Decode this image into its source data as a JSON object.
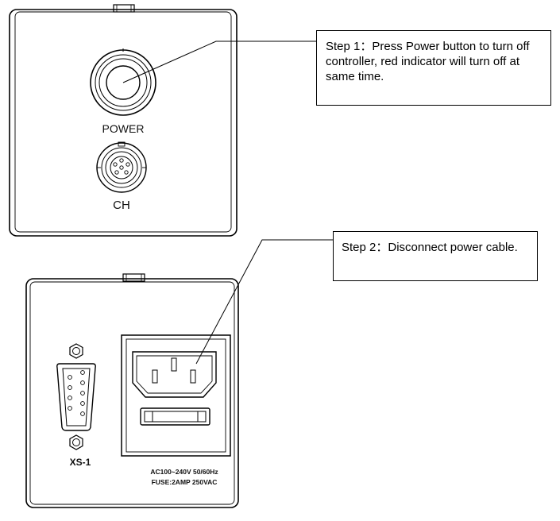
{
  "front_panel": {
    "power_label": "POWER",
    "ch_label": "CH"
  },
  "rear_panel": {
    "serial_label": "XS-1",
    "power_spec": "AC100~240V 50/60Hz",
    "fuse_spec": "FUSE:2AMP 250VAC"
  },
  "callouts": {
    "step1": "Step 1：Press Power button to turn off controller, red indicator will turn off at same time.",
    "step2": "Step 2：Disconnect power cable."
  }
}
